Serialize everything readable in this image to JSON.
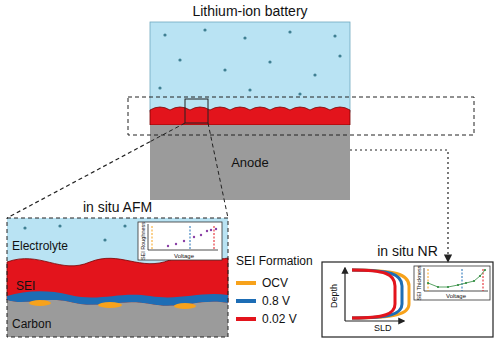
{
  "diagram": {
    "nodes": [
      {
        "text": [
          "Lithium-ion battery"
        ]
      },
      {
        "text": [
          "Anode"
        ],
        "in": 0
      },
      {
        "text": [
          "in situ AFM"
        ]
      },
      {
        "text": [
          "Electrolyte"
        ],
        "in": 2
      },
      {
        "text": [
          "SEI"
        ],
        "in": 2
      },
      {
        "text": [
          "Carbon"
        ],
        "in": 2
      },
      {
        "text": [
          "SEI Roughness",
          "Voltage"
        ],
        "in": 2
      },
      {
        "text": [
          "in situ NR"
        ]
      },
      {
        "text": [
          "SEI Thickness",
          "Voltage"
        ],
        "in": 7
      }
    ],
    "edges": [
      {
        "from": 0,
        "to": 2,
        "arrow": "none"
      },
      {
        "from": 0,
        "to": 7,
        "arrow": "to"
      }
    ],
    "labels": [
      "SEI Formation",
      "Depth",
      "SLD"
    ],
    "legend": [
      {
        "text": "OCV",
        "color": "#f7a21b"
      },
      {
        "text": "0.8 V",
        "color": "#1d6db5"
      },
      {
        "text": "0.02 V",
        "color": "#e3141c"
      }
    ]
  }
}
